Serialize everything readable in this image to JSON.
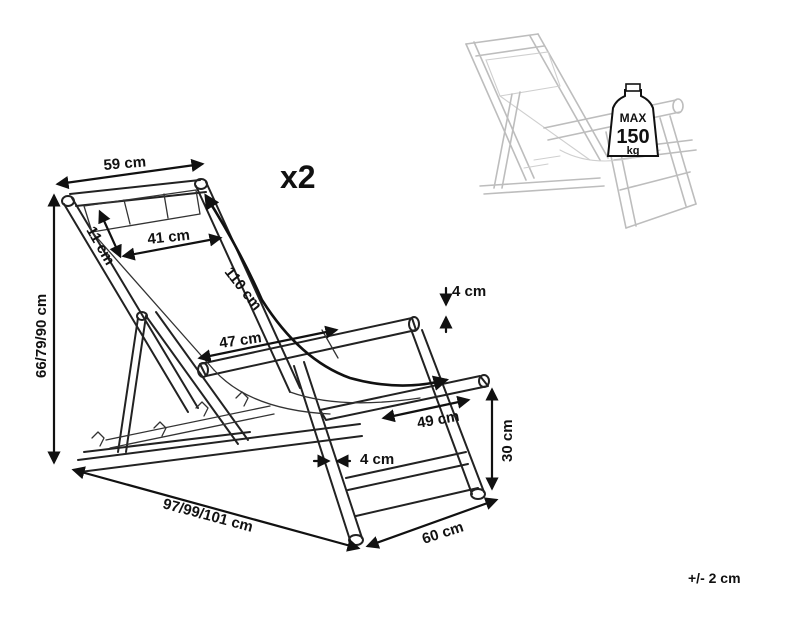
{
  "quantity": "x2",
  "dimensions": {
    "top_width": "59 cm",
    "headrest_height": "11 cm",
    "headrest_width": "41 cm",
    "seat_length": "110 cm",
    "armrest_thickness": "4 cm",
    "armrest_length": "47 cm",
    "seat_width": "49 cm",
    "leg_thickness": "4 cm",
    "front_height": "30 cm",
    "total_height": "66/79/90 cm",
    "total_length": "97/99/101 cm",
    "total_width": "60 cm"
  },
  "max_load": {
    "label": "MAX",
    "value": "150",
    "unit": "kg"
  },
  "tolerance": "+/- 2 cm"
}
